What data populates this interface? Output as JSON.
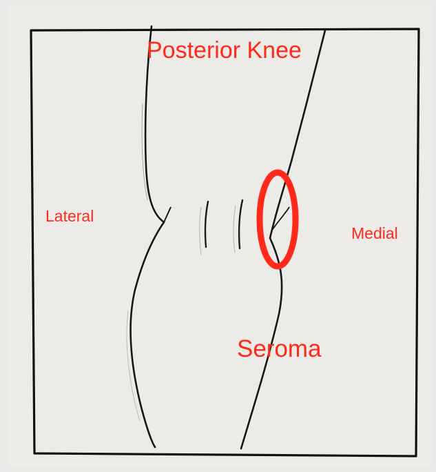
{
  "figure": {
    "title": "Posterior Knee",
    "labels": {
      "lateral": "Lateral",
      "medial": "Medial",
      "seroma": "Seroma"
    }
  },
  "colors": {
    "annotation": "#ff2a1a",
    "ink": "#111111",
    "paper": "#e9e9e7"
  }
}
